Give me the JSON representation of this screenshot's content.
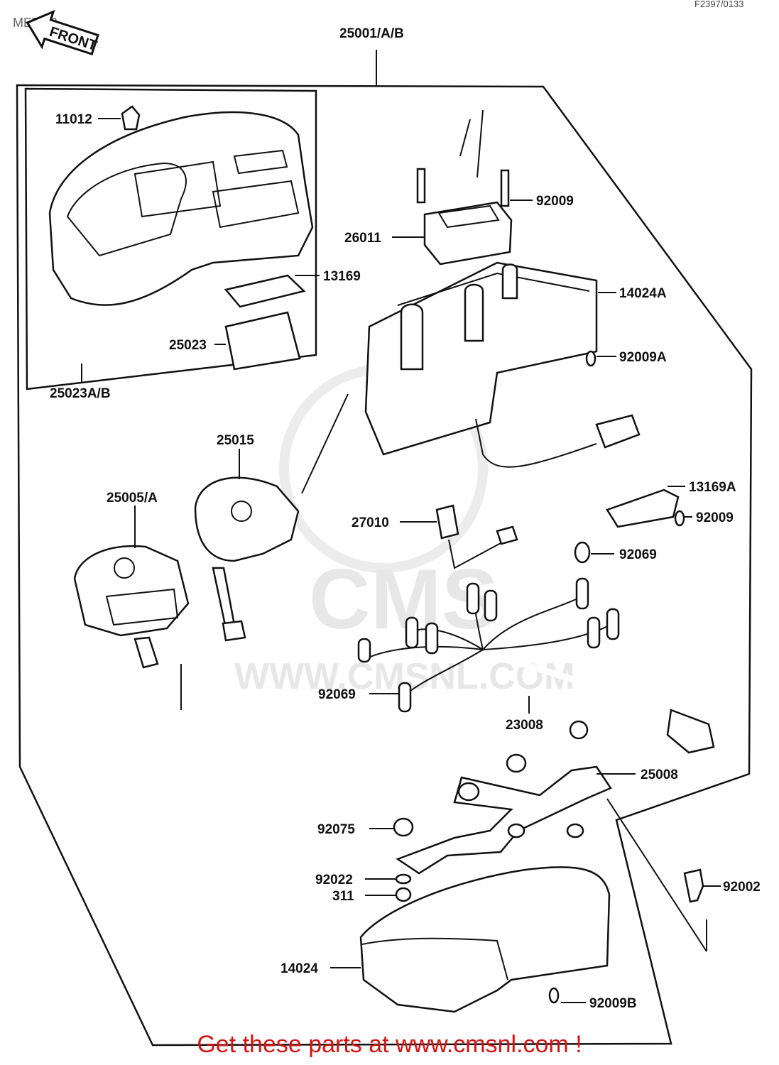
{
  "title": "METER",
  "corner_code": "F2397/0133",
  "front_label": "FRONT",
  "watermark": {
    "brand": "CMS",
    "url": "WWW.CMSNL.COM"
  },
  "parts": {
    "p25001": "25001/A/B",
    "p11012": "11012",
    "p13169": "13169",
    "p25023": "25023",
    "p25023ab": "25023A/B",
    "p26011": "26011",
    "p92009_top": "92009",
    "p14024A": "14024A",
    "p92009A": "92009A",
    "p25015": "25015",
    "p25005": "25005/A",
    "p13169A": "13169A",
    "p92009_mid": "92009",
    "p27010": "27010",
    "p92069_right": "92069",
    "p92069_left": "92069",
    "p23008": "23008",
    "p25008": "25008",
    "p92075": "92075",
    "p92022": "92022",
    "p311": "311",
    "p92002": "92002",
    "p14024": "14024",
    "p92009B": "92009B"
  },
  "footer": "Get these parts at www.cmsnl.com !"
}
